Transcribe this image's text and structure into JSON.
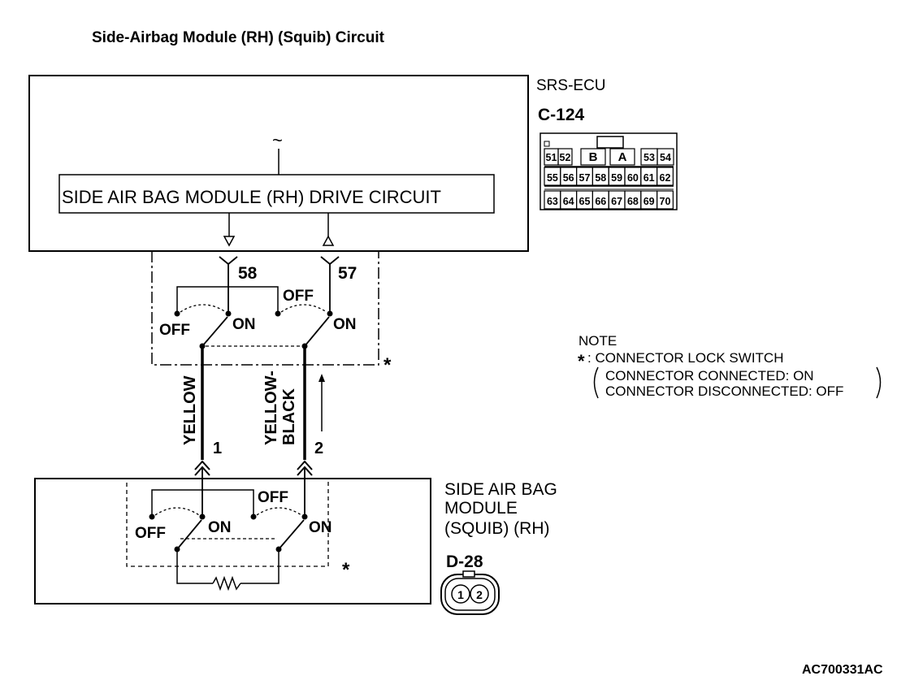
{
  "title": "Side-Airbag Module (RH) (Squib) Circuit",
  "ecu": {
    "name": "SRS-ECU",
    "connector_id": "C-124",
    "drive_circuit_label": "SIDE AIR BAG MODULE (RH)  DRIVE CIRCUIT",
    "ac_symbol": "~",
    "pins": {
      "left": "58",
      "right": "57"
    },
    "switch_labels": {
      "off": "OFF",
      "on": "ON"
    },
    "connector_cells": {
      "row1": [
        "51",
        "52",
        "B",
        "A",
        "53",
        "54"
      ],
      "row2": [
        "55",
        "56",
        "57",
        "58",
        "59",
        "60",
        "61",
        "62"
      ],
      "row3": [
        "63",
        "64",
        "65",
        "66",
        "67",
        "68",
        "69",
        "70"
      ]
    }
  },
  "wires": {
    "left": {
      "color": "YELLOW",
      "pin": "1"
    },
    "right": {
      "color_line1": "YELLOW-",
      "color_line2": "BLACK",
      "pin": "2"
    }
  },
  "module": {
    "name_line1": "SIDE AIR BAG",
    "name_line2": "MODULE",
    "name_line3": "(SQUIB) (RH)",
    "connector_id": "D-28",
    "connector_pins": [
      "1",
      "2"
    ],
    "switch_labels": {
      "off": "OFF",
      "on": "ON"
    }
  },
  "asterisk": "*",
  "note": {
    "heading": "NOTE",
    "line1": ": CONNECTOR LOCK SWITCH",
    "line2": "CONNECTOR CONNECTED: ON",
    "line3": "CONNECTOR DISCONNECTED: OFF"
  },
  "figure_code": "AC700331AC"
}
